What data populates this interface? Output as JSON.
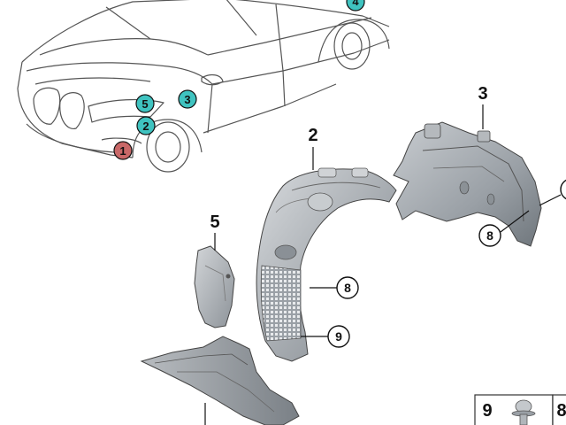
{
  "car_badges": [
    {
      "label": "5",
      "color": "#3fc3c0"
    },
    {
      "label": "3",
      "color": "#3fc3c0"
    },
    {
      "label": "2",
      "color": "#3fc3c0"
    },
    {
      "label": "1",
      "color": "#c96868"
    },
    {
      "label": "4",
      "color": "#3fc3c0"
    }
  ],
  "callouts": {
    "part_2": "2",
    "part_3": "3",
    "part_5": "5"
  },
  "circled_refs": {
    "ref_8_arch": "8",
    "ref_9_arch": "9",
    "ref_8_rear": "8"
  },
  "legend": {
    "cell_9": "9",
    "cell_8": "8"
  }
}
